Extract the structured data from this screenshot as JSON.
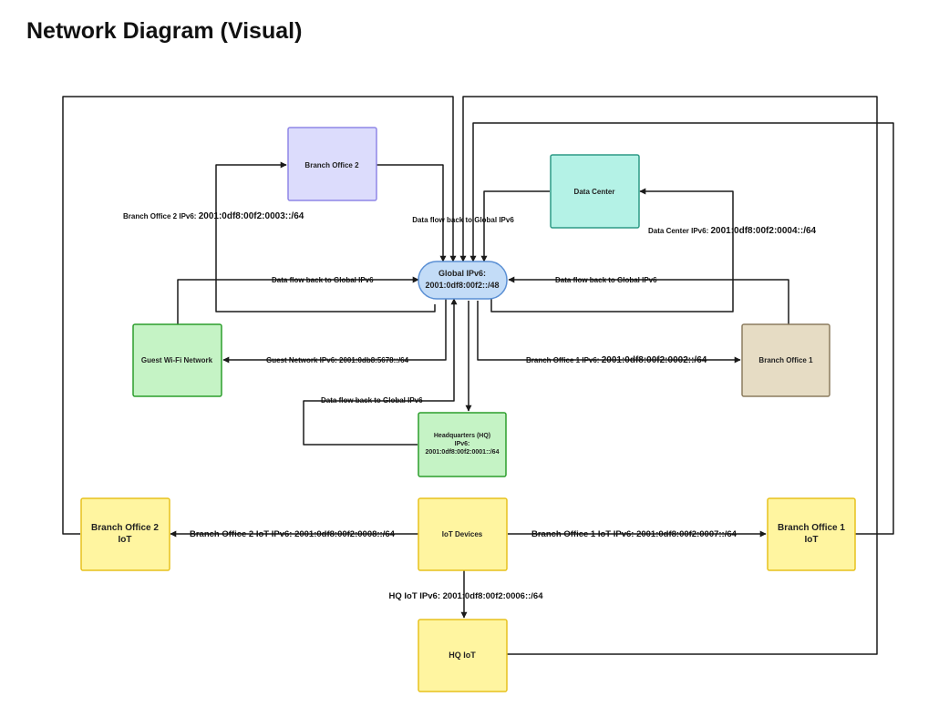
{
  "page": {
    "title": "Network Diagram (Visual)"
  },
  "nodes": {
    "branch_office_2": "Branch Office 2",
    "data_center": "Data Center",
    "global_line1": "Global IPv6:",
    "global_line2": "2001:0df8:00f2::/48",
    "guest_wifi": "Guest Wi-Fi Network",
    "branch_office_1": "Branch Office 1",
    "hq_line1": "Headquarters (HQ)",
    "hq_line2": "IPv6:",
    "hq_line3": "2001:0df8:00f2:0001::/64",
    "bo2_iot_line1": "Branch Office 2",
    "bo2_iot_line2": "IoT",
    "iot_devices": "IoT Devices",
    "bo1_iot_line1": "Branch Office 1",
    "bo1_iot_line2": "IoT",
    "hq_iot": "HQ IoT"
  },
  "labels": {
    "bo2_prefix": "Branch Office 2 IPv6: ",
    "bo2_addr": "2001:0df8:00f2:0003::/64",
    "flow_top": "Data flow back to Global IPv6",
    "dc_prefix": "Data Center IPv6: ",
    "dc_addr": "2001:0df8:00f2:0004::/64",
    "flow_left": "Data flow back to Global IPv6",
    "flow_right": "Data flow back to Global IPv6",
    "guest_network": "Guest Network IPv6: 2001:0db8:5678::/64",
    "bo1_prefix": "Branch Office 1 IPv6: ",
    "bo1_addr": "2001:0df8:00f2:0002::/64",
    "flow_hq": "Data flow back to Global IPv6",
    "bo2_iot_link": "Branch Office 2 IoT IPv6: 2001:0df8:00f2:0008::/64",
    "bo1_iot_link": "Branch Office 1 IoT IPv6: 2001:0df8:00f2:0007::/64",
    "hq_iot_link": "HQ IoT IPv6: 2001:0df8:00f2:0006::/64"
  },
  "colors": {
    "line": "#1a1a1a",
    "purple_fill": "#dcdcfc",
    "purple_stroke": "#8f86e6",
    "teal_fill": "#b4f2e6",
    "teal_stroke": "#2d9a85",
    "blue_fill": "#c3dcf7",
    "blue_stroke": "#5a8fd4",
    "green_fill": "#c5f3c5",
    "green_stroke": "#2c9e2c",
    "tan_fill": "#e6dcc4",
    "tan_stroke": "#8c7c5e",
    "yellow_fill": "#fff5a0",
    "yellow_stroke": "#e7c21d"
  }
}
